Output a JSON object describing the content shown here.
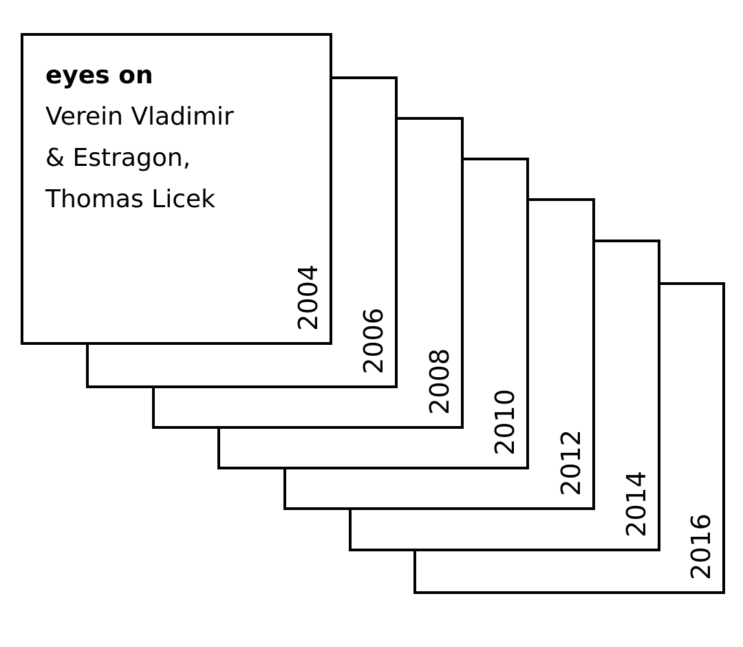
{
  "title": {
    "heading": "eyes on",
    "lines": [
      "Verein Vladimir",
      "& Estragon,",
      "Thomas Licek"
    ]
  },
  "years": [
    "2004",
    "2006",
    "2008",
    "2010",
    "2012",
    "2014",
    "2016"
  ]
}
